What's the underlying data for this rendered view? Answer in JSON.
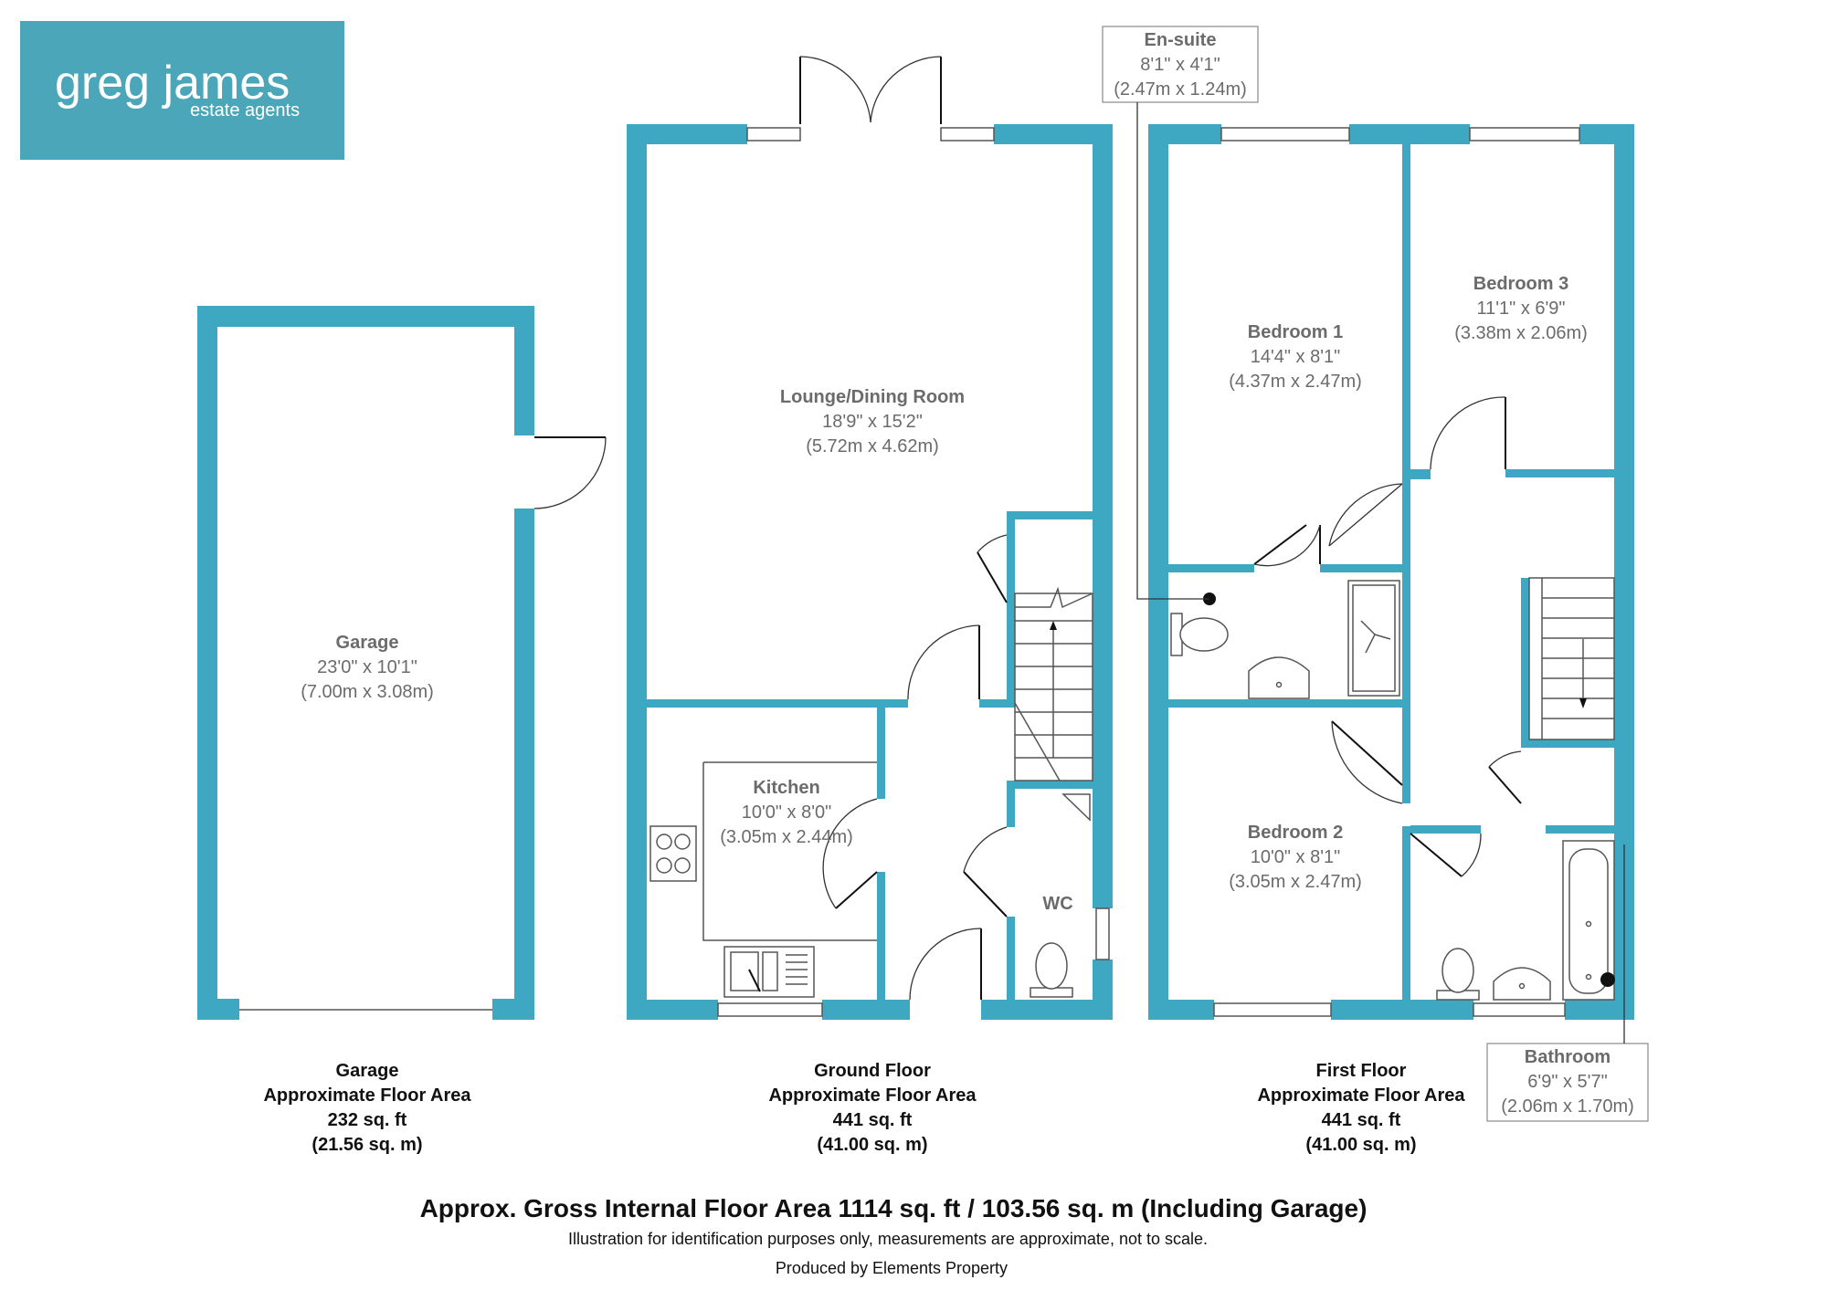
{
  "brand": {
    "name": "greg james",
    "tagline": "estate agents",
    "color": "#4aa6b8"
  },
  "colors": {
    "wall": "#3ea7c2",
    "text_room": "#6b6b6b",
    "text_dark": "#111111"
  },
  "rooms": {
    "garage": {
      "name": "Garage",
      "dim_imperial": "23'0\" x 10'1\"",
      "dim_metric": "(7.00m x 3.08m)"
    },
    "lounge": {
      "name": "Lounge/Dining Room",
      "dim_imperial": "18'9\" x 15'2\"",
      "dim_metric": "(5.72m x 4.62m)"
    },
    "kitchen": {
      "name": "Kitchen",
      "dim_imperial": "10'0\" x 8'0\"",
      "dim_metric": "(3.05m x 2.44m)"
    },
    "wc": {
      "name": "WC"
    },
    "bedroom1": {
      "name": "Bedroom 1",
      "dim_imperial": "14'4\" x 8'1\"",
      "dim_metric": "(4.37m x 2.47m)"
    },
    "bedroom2": {
      "name": "Bedroom 2",
      "dim_imperial": "10'0\" x 8'1\"",
      "dim_metric": "(3.05m x 2.47m)"
    },
    "bedroom3": {
      "name": "Bedroom 3",
      "dim_imperial": "11'1\" x 6'9\"",
      "dim_metric": "(3.38m x 2.06m)"
    },
    "ensuite": {
      "name": "En-suite",
      "dim_imperial": "8'1\" x 4'1\"",
      "dim_metric": "(2.47m x 1.24m)"
    },
    "bathroom": {
      "name": "Bathroom",
      "dim_imperial": "6'9\" x 5'7\"",
      "dim_metric": "(2.06m x 1.70m)"
    }
  },
  "floors": {
    "garage": {
      "title": "Garage",
      "label": "Approximate Floor Area",
      "sqft": "232 sq. ft",
      "sqm": "(21.56 sq. m)"
    },
    "ground": {
      "title": "Ground Floor",
      "label": "Approximate Floor Area",
      "sqft": "441 sq. ft",
      "sqm": "(41.00 sq. m)"
    },
    "first": {
      "title": "First Floor",
      "label": "Approximate Floor Area",
      "sqft": "441 sq. ft",
      "sqm": "(41.00 sq. m)"
    }
  },
  "footer": {
    "gross": "Approx. Gross Internal Floor Area 1114 sq. ft / 103.56 sq. m (Including Garage)",
    "disclaimer": "Illustration for identification purposes only, measurements are approximate, not to scale.",
    "producer": "Produced by Elements Property"
  }
}
